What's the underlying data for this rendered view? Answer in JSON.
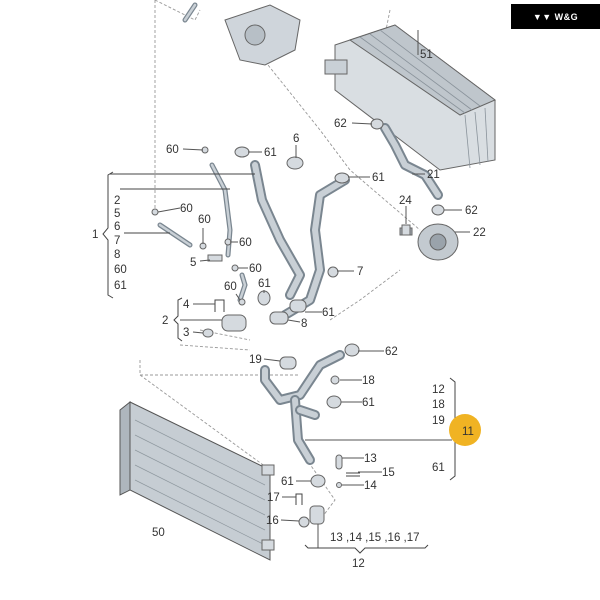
{
  "logo": {
    "text": "▼▼ W&G"
  },
  "badge": {
    "label": "11",
    "color": "#f0b323"
  },
  "callouts": {
    "c51": "51",
    "c62a": "62",
    "c21": "21",
    "c24": "24",
    "c62b": "62",
    "c22": "22",
    "c60a": "60",
    "c61a": "61",
    "c6": "6",
    "c61b": "61",
    "c7": "7",
    "c60b": "60",
    "c60c": "60",
    "c60d": "60",
    "c5": "5",
    "c60e": "60",
    "c60f": "60",
    "c61c": "61",
    "c61d": "61",
    "c8": "8",
    "c4": "4",
    "c2": "2",
    "c3": "3",
    "c19": "19",
    "c62c": "62",
    "c18": "18",
    "c61e": "61",
    "c13": "13",
    "c15": "15",
    "c14": "14",
    "c61f": "61",
    "c17": "17",
    "c16": "16",
    "c50": "50",
    "c_group": "13 ,14 ,15 ,16 ,17",
    "c12": "12",
    "c1": "1"
  },
  "group_1_list": [
    "2",
    "5",
    "6",
    "7",
    "8",
    "60",
    "61"
  ],
  "group_11_list": [
    "12",
    "18",
    "19",
    "61"
  ]
}
